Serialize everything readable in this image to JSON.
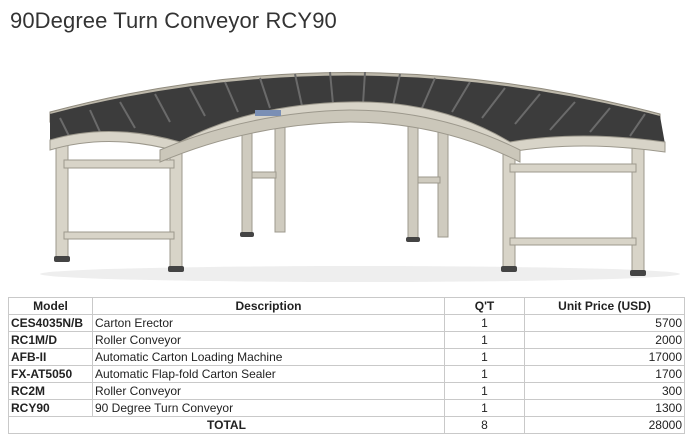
{
  "page": {
    "title": "90Degree Turn Conveyor RCY90"
  },
  "table": {
    "headers": {
      "model": "Model",
      "description": "Description",
      "qty": "Q'T",
      "unit_price": "Unit Price (USD)"
    },
    "rows": [
      {
        "model": "CES4035N/B",
        "description": "Carton Erector",
        "qty": "1",
        "unit_price": "5700"
      },
      {
        "model": "RC1M/D",
        "description": "Roller Conveyor",
        "qty": "1",
        "unit_price": "2000"
      },
      {
        "model": "AFB-II",
        "description": "Automatic Carton Loading Machine",
        "qty": "1",
        "unit_price": "17000"
      },
      {
        "model": "FX-AT5050",
        "description": "Automatic Flap-fold Carton Sealer",
        "qty": "1",
        "unit_price": "1700"
      },
      {
        "model": "RC2M",
        "description": "Roller Conveyor",
        "qty": "1",
        "unit_price": "300"
      },
      {
        "model": "RCY90",
        "description": "90 Degree Turn Conveyor",
        "qty": "1",
        "unit_price": "1300"
      }
    ],
    "total": {
      "label": "TOTAL",
      "qty": "8",
      "unit_price": "28000"
    }
  }
}
